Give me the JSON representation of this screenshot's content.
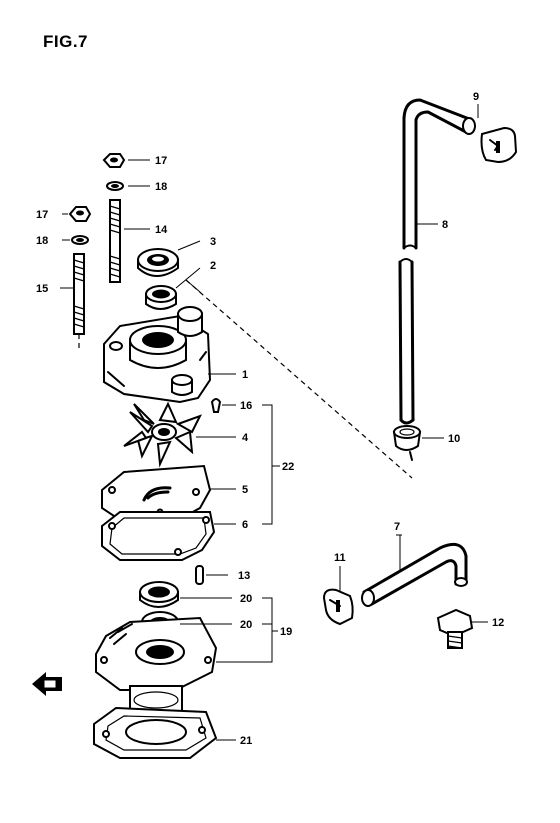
{
  "figure": {
    "title": "FIG.7"
  },
  "callouts": [
    {
      "id": "c9",
      "label": "9"
    },
    {
      "id": "c8",
      "label": "8"
    },
    {
      "id": "c17a",
      "label": "17"
    },
    {
      "id": "c18a",
      "label": "18"
    },
    {
      "id": "c17b",
      "label": "17"
    },
    {
      "id": "c18b",
      "label": "18"
    },
    {
      "id": "c14",
      "label": "14"
    },
    {
      "id": "c3",
      "label": "3"
    },
    {
      "id": "c2",
      "label": "2"
    },
    {
      "id": "c15",
      "label": "15"
    },
    {
      "id": "c1",
      "label": "1"
    },
    {
      "id": "c16",
      "label": "16"
    },
    {
      "id": "c4",
      "label": "4"
    },
    {
      "id": "c22",
      "label": "22"
    },
    {
      "id": "c10",
      "label": "10"
    },
    {
      "id": "c5",
      "label": "5"
    },
    {
      "id": "c6",
      "label": "6"
    },
    {
      "id": "c7",
      "label": "7"
    },
    {
      "id": "c11",
      "label": "11"
    },
    {
      "id": "c13",
      "label": "13"
    },
    {
      "id": "c20a",
      "label": "20"
    },
    {
      "id": "c20b",
      "label": "20"
    },
    {
      "id": "c19",
      "label": "19"
    },
    {
      "id": "c12",
      "label": "12"
    },
    {
      "id": "c21",
      "label": "21"
    }
  ],
  "icons": {
    "front_arrow": "arrow-left-icon"
  }
}
